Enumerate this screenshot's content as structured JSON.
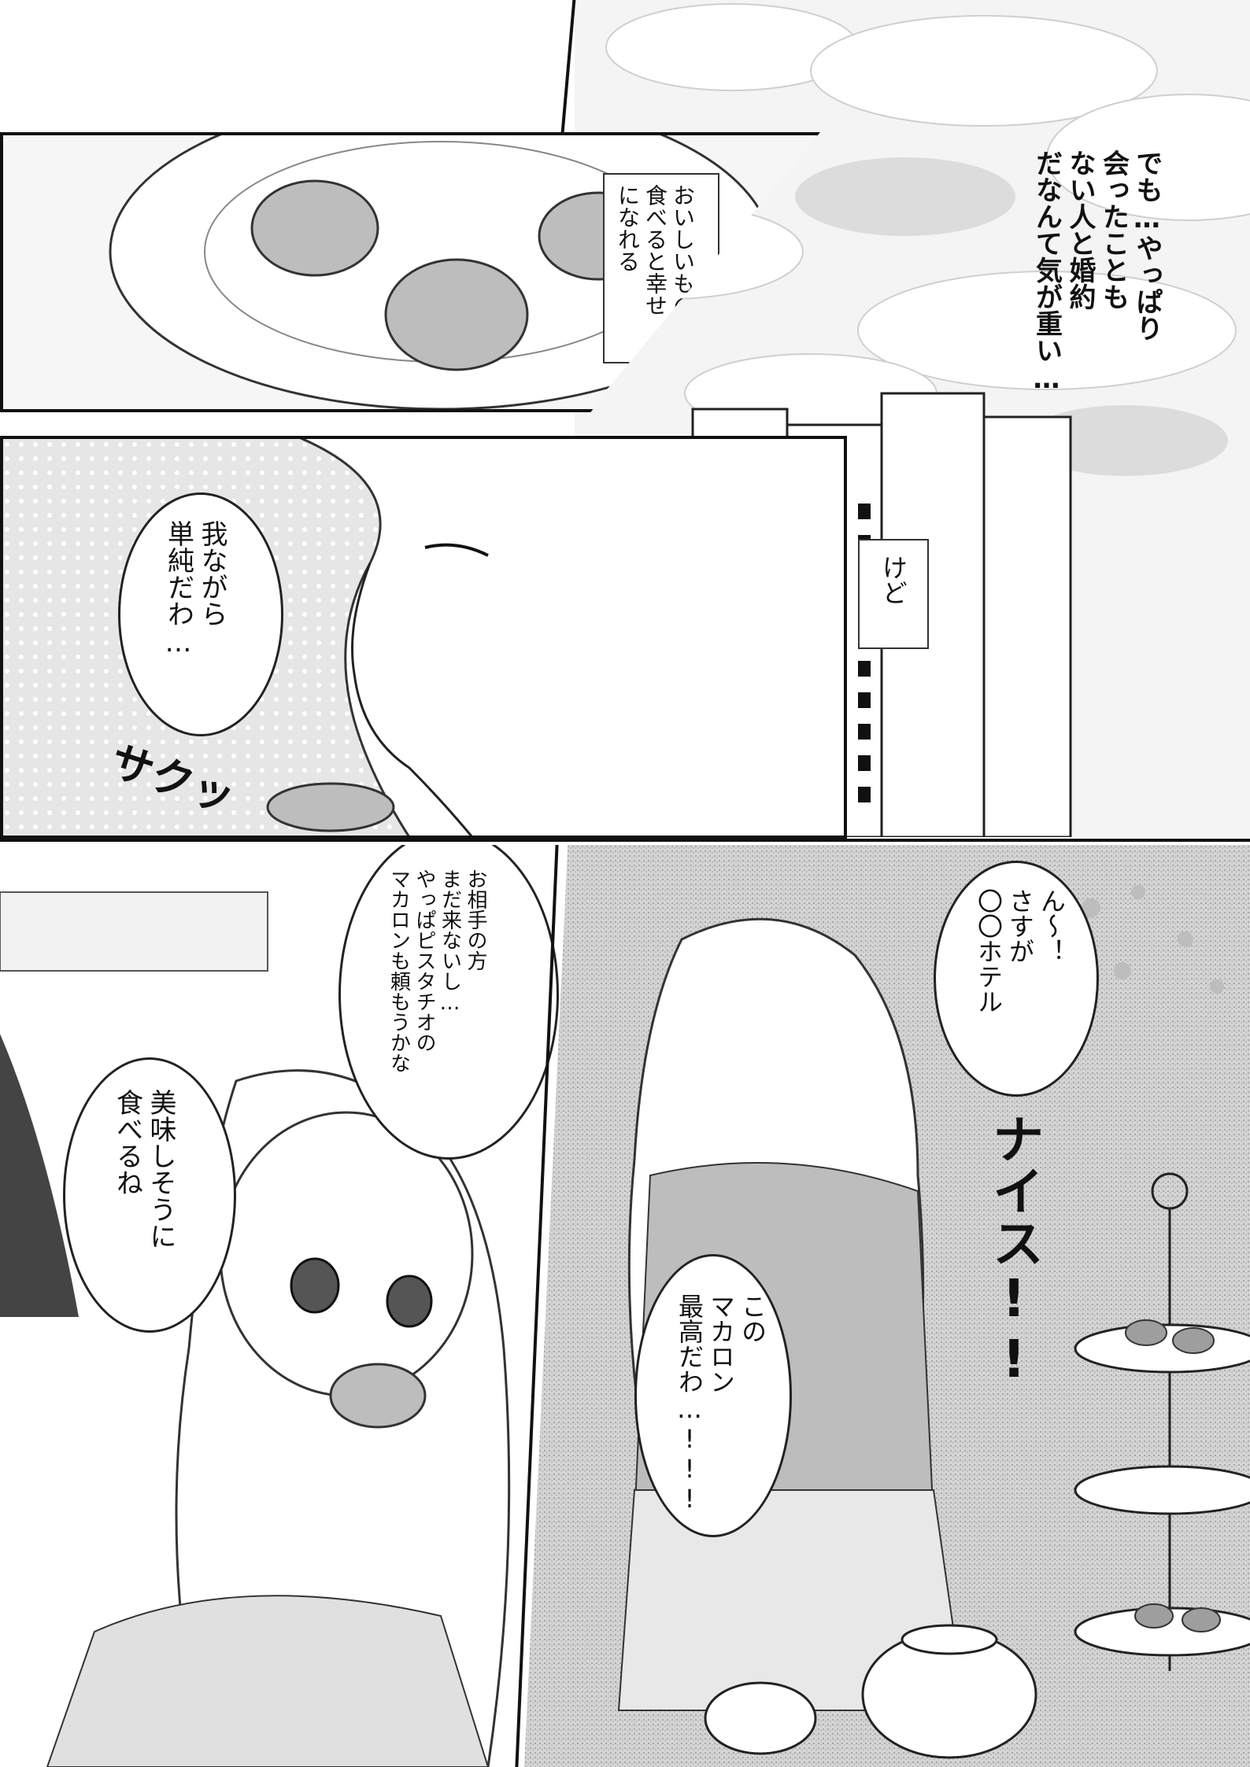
{
  "panels": {
    "sky": {
      "caption": "でも…やっぱり\n会ったことも\nない人と婚約\nだなんて気が重い…"
    },
    "macarons": {
      "caption": "おいしいものを\n食べると幸せ\nになれる"
    },
    "bite": {
      "speech": "我ながら\n単純だわ…",
      "sfx": "サクッ"
    },
    "building": {
      "caption": "けど"
    },
    "observer": {
      "thought": "お相手の方\nまだ来ないし…\nやっぱピスタチオの\nマカロンも頼もうかな",
      "speech": "美味しそうに\n食べるね"
    },
    "eating": {
      "speech_top": "ん〜！\nさすが\n〇〇ホテル",
      "sfx": "ナイス!!",
      "speech_bottom": "この\nマカロン\n最高だわ…!!!"
    }
  },
  "colors": {
    "ink": "#111111",
    "paper": "#ffffff",
    "tone": "#d8d8d8"
  }
}
